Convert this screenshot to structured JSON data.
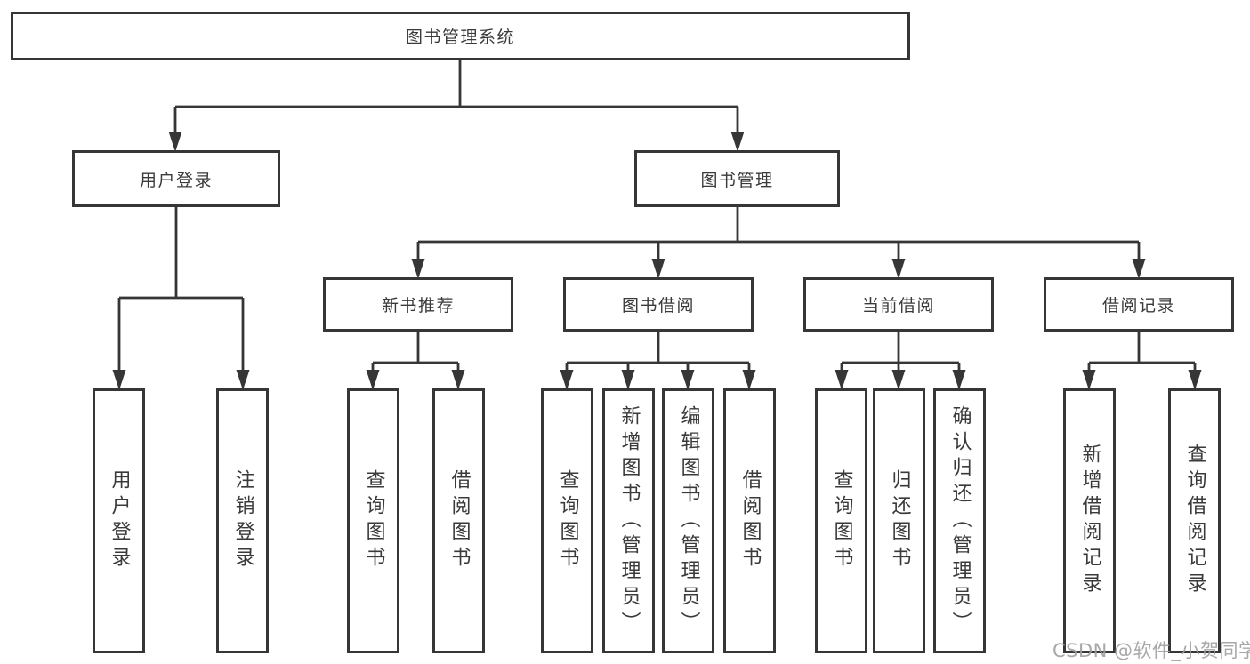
{
  "tree": {
    "label": "图书管理系统",
    "children": [
      {
        "label": "用户登录",
        "children": [
          {
            "label": "用户登录"
          },
          {
            "label": "注销登录"
          }
        ]
      },
      {
        "label": "图书管理",
        "children": [
          {
            "label": "新书推荐",
            "children": [
              {
                "label": "查询图书"
              },
              {
                "label": "借阅图书"
              }
            ]
          },
          {
            "label": "图书借阅",
            "children": [
              {
                "label": "查询图书"
              },
              {
                "label": "新增图书（管理员）"
              },
              {
                "label": "编辑图书（管理员）"
              },
              {
                "label": "借阅图书"
              }
            ]
          },
          {
            "label": "当前借阅",
            "children": [
              {
                "label": "查询图书"
              },
              {
                "label": "归还图书"
              },
              {
                "label": "确认归还（管理员）"
              }
            ]
          },
          {
            "label": "借阅记录",
            "children": [
              {
                "label": "新增借阅记录"
              },
              {
                "label": "查询借阅记录"
              }
            ]
          }
        ]
      }
    ]
  },
  "watermark": {
    "text": "CSDN @软件_小贺同学"
  },
  "colors": {
    "line": "#363636",
    "text": "#3a3a3a",
    "background": "#ffffff",
    "watermark": "#9e9e9e"
  }
}
